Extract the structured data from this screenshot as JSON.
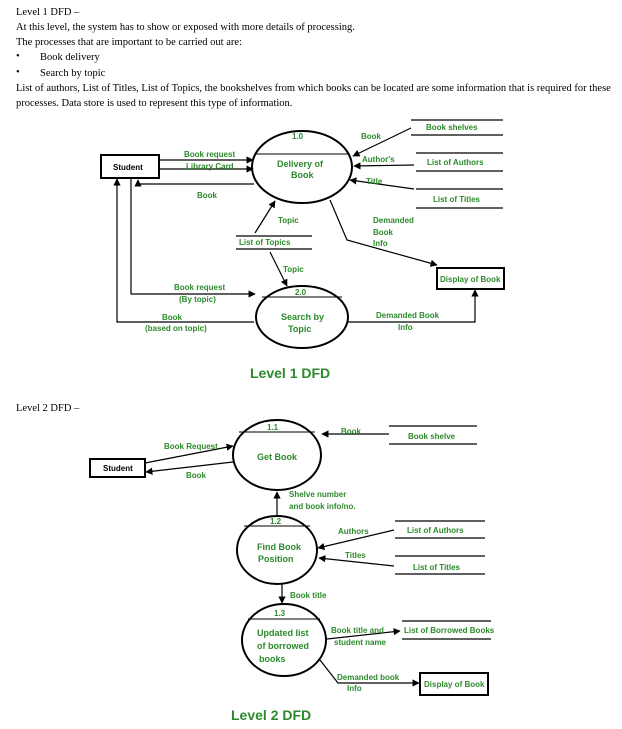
{
  "intro": {
    "heading": "Level 1 DFD –",
    "line1": "At this level, the system has to show or exposed with more details of processing.",
    "line2": "The processes that are important to be carried out are:",
    "bullets": [
      "Book delivery",
      "Search by topic"
    ],
    "para": "List of authors, List of Titles, List of Topics, the bookshelves from which books can be located are some information that is required for these processes. Data store is used to represent this type of information."
  },
  "level2_heading": "Level 2 DFD –",
  "dfd1": {
    "title": "Level 1 DFD",
    "student": "Student",
    "display": "Display of Book",
    "p1_num": "1.0",
    "p1_l1": "Delivery of",
    "p1_l2": "Book",
    "p2_num": "2.0",
    "p2_l1": "Search by",
    "p2_l2": "Topic",
    "store_shelves": "Book shelves",
    "store_authors": "List of Authors",
    "store_titles": "List of Titles",
    "store_topics": "List of Topics",
    "f_book_request": "Book request",
    "f_library_card": "Library Card",
    "f_book": "Book",
    "f_book_shelf": "Book",
    "f_authors": "Author's",
    "f_title": "Title",
    "f_topic1": "Topic",
    "f_topic2": "Topic",
    "f_demanded_l1": "Demanded",
    "f_demanded_l2": "Book",
    "f_demanded_l3": "Info",
    "f_req_topic_l1": "Book request",
    "f_req_topic_l2": "(By topic)",
    "f_book_topic_l1": "Book",
    "f_book_topic_l2": "(based on topic)",
    "f_dem_info_l1": "Demanded Book",
    "f_dem_info_l2": "Info"
  },
  "dfd2": {
    "title": "Level 2 DFD",
    "student": "Student",
    "display": "Display of Book",
    "p1_num": "1.1",
    "p1_l1": "Get Book",
    "p2_num": "1.2",
    "p2_l1": "Find Book",
    "p2_l2": "Position",
    "p3_num": "1.3",
    "p3_l1": "Updated list",
    "p3_l2": "of borrowed",
    "p3_l3": "books",
    "store_shelve": "Book shelve",
    "store_authors": "List of Authors",
    "store_titles": "List of Titles",
    "store_borrowed": "List of Borrowed Books",
    "f_book_request": "Book Request",
    "f_book": "Book",
    "f_book_shelf": "Book",
    "f_shelve_l1": "Shelve number",
    "f_shelve_l2": "and book info/no.",
    "f_authors": "Authors",
    "f_titles": "Titles",
    "f_book_title": "Book title",
    "f_title_student_l1": "Book title and",
    "f_title_student_l2": "student name",
    "f_demanded_l1": "Demanded book",
    "f_demanded_l2": "Info"
  }
}
